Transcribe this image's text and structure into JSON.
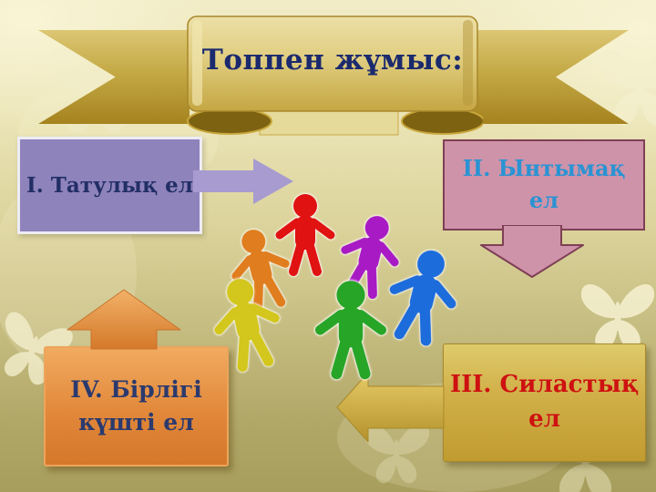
{
  "slide": {
    "title": {
      "text": "Топпен жұмыс:",
      "color": "#1b2a6e"
    },
    "banner": {
      "shape": "gold-scroll-with-ribbon-tails",
      "fill": "#d9bd5c"
    },
    "groups": [
      {
        "name": "group-1",
        "lines": [
          "І. Татулық ел"
        ],
        "fill": "#8f83bc",
        "text_color": "#222f66",
        "arrow_direction": "right",
        "arrow_color": "#a79bd0"
      },
      {
        "name": "group-2",
        "lines": [
          "ІІ. Ынтымақ ел"
        ],
        "fill": "#cf93a9",
        "text_color": "#2a93d3",
        "arrow_direction": "down",
        "arrow_color": "#cf93a9",
        "border_color": "#7e3f55"
      },
      {
        "name": "group-3",
        "lines": [
          "ІІІ. Силастық",
          "ел"
        ],
        "fill": "#d2b14a",
        "text_color": "#ce1111",
        "arrow_direction": "left",
        "arrow_color": "#d2b14a"
      },
      {
        "name": "group-4",
        "lines": [
          "IV. Бірлігі",
          "күшті ел"
        ],
        "fill": "#e2883a",
        "text_color": "#2b3a6e",
        "arrow_direction": "up",
        "arrow_color": "#e2883a"
      }
    ],
    "center_image": {
      "name": "people-holding-hands-circle",
      "figure_colors": [
        "#e01212",
        "#a81bc4",
        "#1d6cdb",
        "#27a527",
        "#d3c61c",
        "#e07d1e"
      ]
    },
    "background": {
      "base_color": "#c4bb7f",
      "decoration": "butterfly-silhouettes",
      "decoration_color": "#f4efcd"
    }
  }
}
